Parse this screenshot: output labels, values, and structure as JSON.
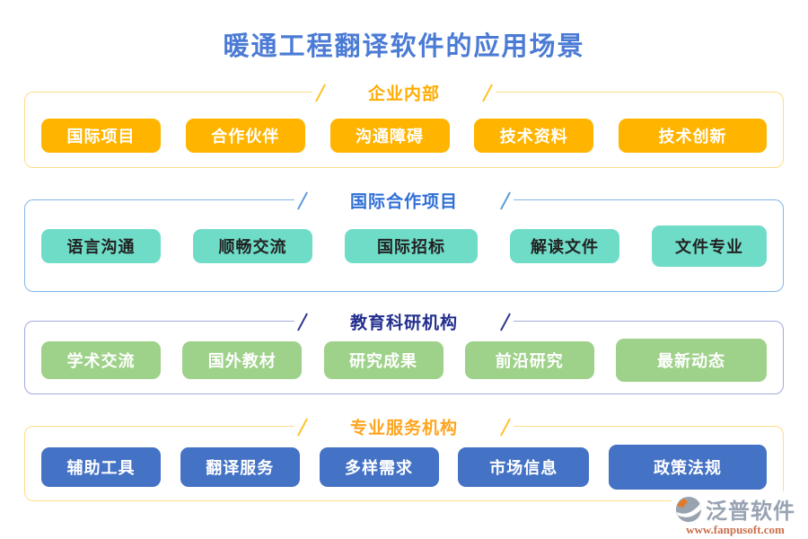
{
  "title": "暖通工程翻译软件的应用场景",
  "sections": [
    {
      "title": "企业内部",
      "accent": "#ffb400",
      "buttons": [
        "国际项目",
        "合作伙伴",
        "沟通障碍",
        "技术资料",
        "技术创新"
      ]
    },
    {
      "title": "国际合作项目",
      "accent": "#6fdcc7",
      "buttons": [
        "语言沟通",
        "顺畅交流",
        "国际招标",
        "解读文件",
        "文件专业"
      ]
    },
    {
      "title": "教育科研机构",
      "accent": "#9ed189",
      "buttons": [
        "学术交流",
        "国外教材",
        "研究成果",
        "前沿研究",
        "最新动态"
      ]
    },
    {
      "title": "专业服务机构",
      "accent": "#4472c4",
      "buttons": [
        "辅助工具",
        "翻译服务",
        "多样需求",
        "市场信息",
        "政策法规"
      ]
    }
  ],
  "footer": {
    "brand": "泛普软件",
    "url": "www.fanpusoft.com"
  },
  "colors": {
    "title_text": "#4b7bd5",
    "gold_frame": "#ffdd88",
    "gold_header": "#ffad00",
    "blue_frame": "#85b7e8",
    "blue_header": "#2f6fd6",
    "navy_frame": "#a3aadb",
    "navy_header": "#232f8e",
    "brand_gray": "#98a3b3",
    "url_red": "#c96f4a"
  }
}
